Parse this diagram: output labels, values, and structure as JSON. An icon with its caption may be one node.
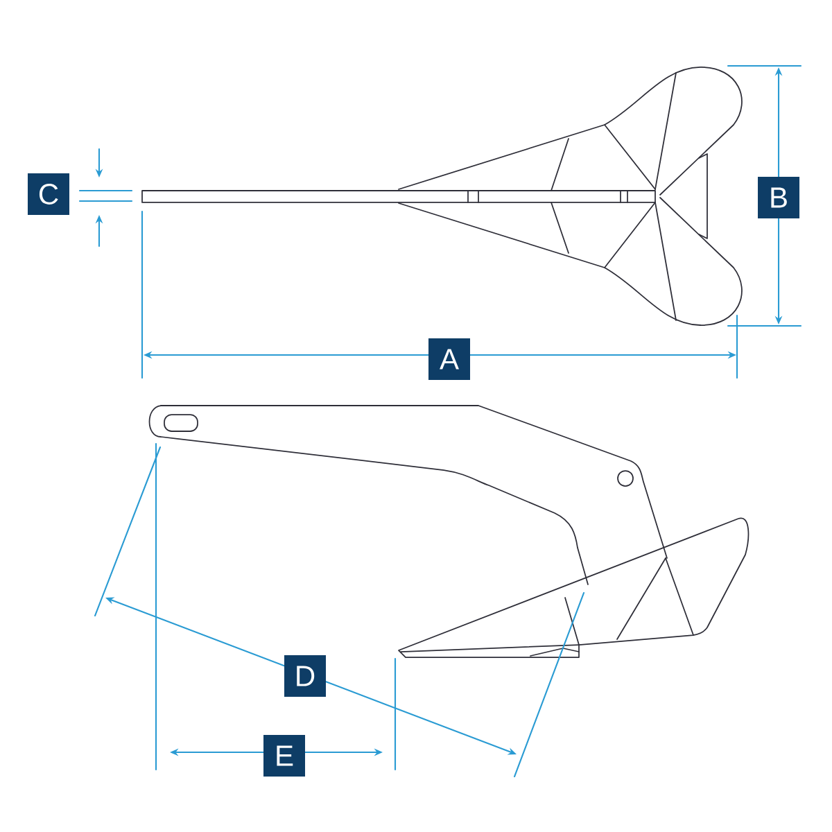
{
  "diagram": {
    "labels": [
      "C",
      "B",
      "A",
      "D",
      "E"
    ]
  }
}
